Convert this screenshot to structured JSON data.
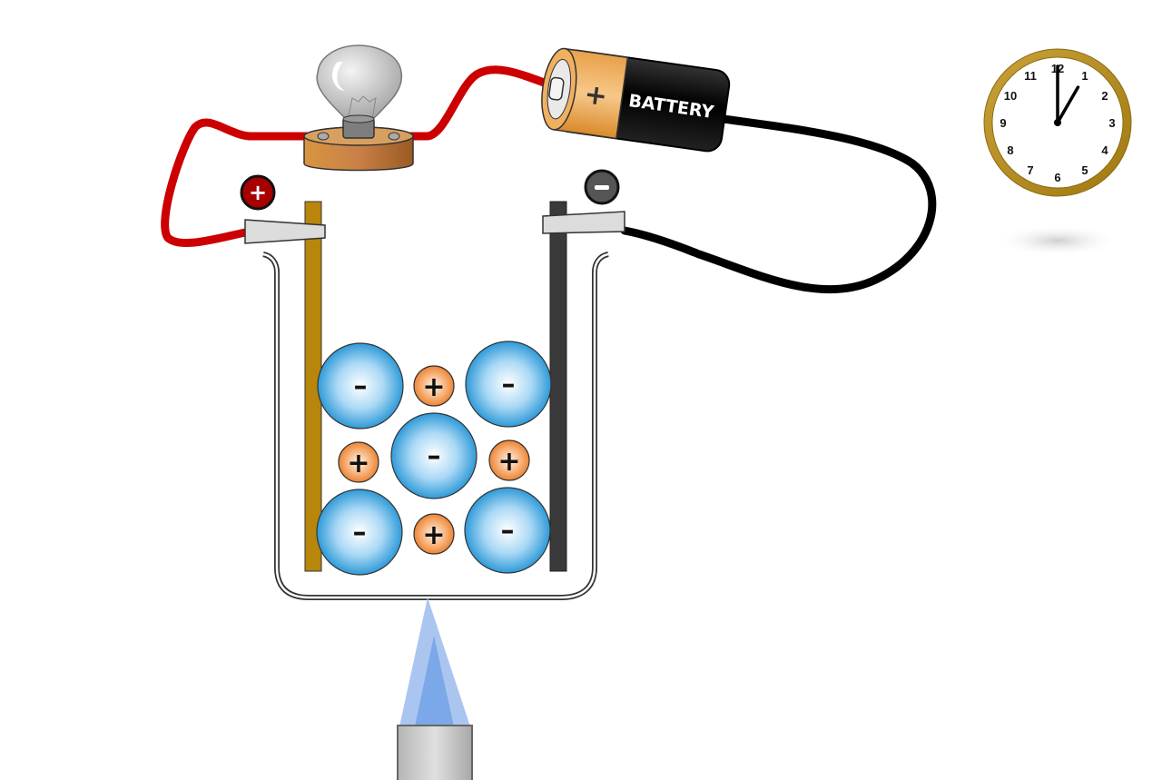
{
  "diagram": {
    "title": "Electrolytic cell heated by a burner, connected to a battery and light bulb",
    "battery": {
      "label": "BATTERY",
      "terminal_symbol": "+"
    },
    "electrodes": {
      "anode": {
        "sign": "+",
        "color": "#b8860b"
      },
      "cathode": {
        "sign": "−",
        "color": "#3a3a3a"
      }
    },
    "ions": {
      "anions": [
        {
          "sign": "–"
        },
        {
          "sign": "–"
        },
        {
          "sign": "–"
        },
        {
          "sign": "–"
        },
        {
          "sign": "–"
        }
      ],
      "cations": [
        {
          "sign": "+"
        },
        {
          "sign": "+"
        },
        {
          "sign": "+"
        },
        {
          "sign": "+"
        }
      ]
    },
    "clock": {
      "numbers": [
        "12",
        "1",
        "2",
        "3",
        "4",
        "5",
        "6",
        "7",
        "8",
        "9",
        "10",
        "11"
      ],
      "time": "1:00",
      "hour": 1,
      "minute": 0
    },
    "colors": {
      "wire_positive": "#cc0000",
      "wire_negative": "#000000",
      "anion": "#3aa6e0",
      "cation": "#f08a3a",
      "flame": "#7aa8e8",
      "clock_rim": "#b8901a"
    }
  }
}
